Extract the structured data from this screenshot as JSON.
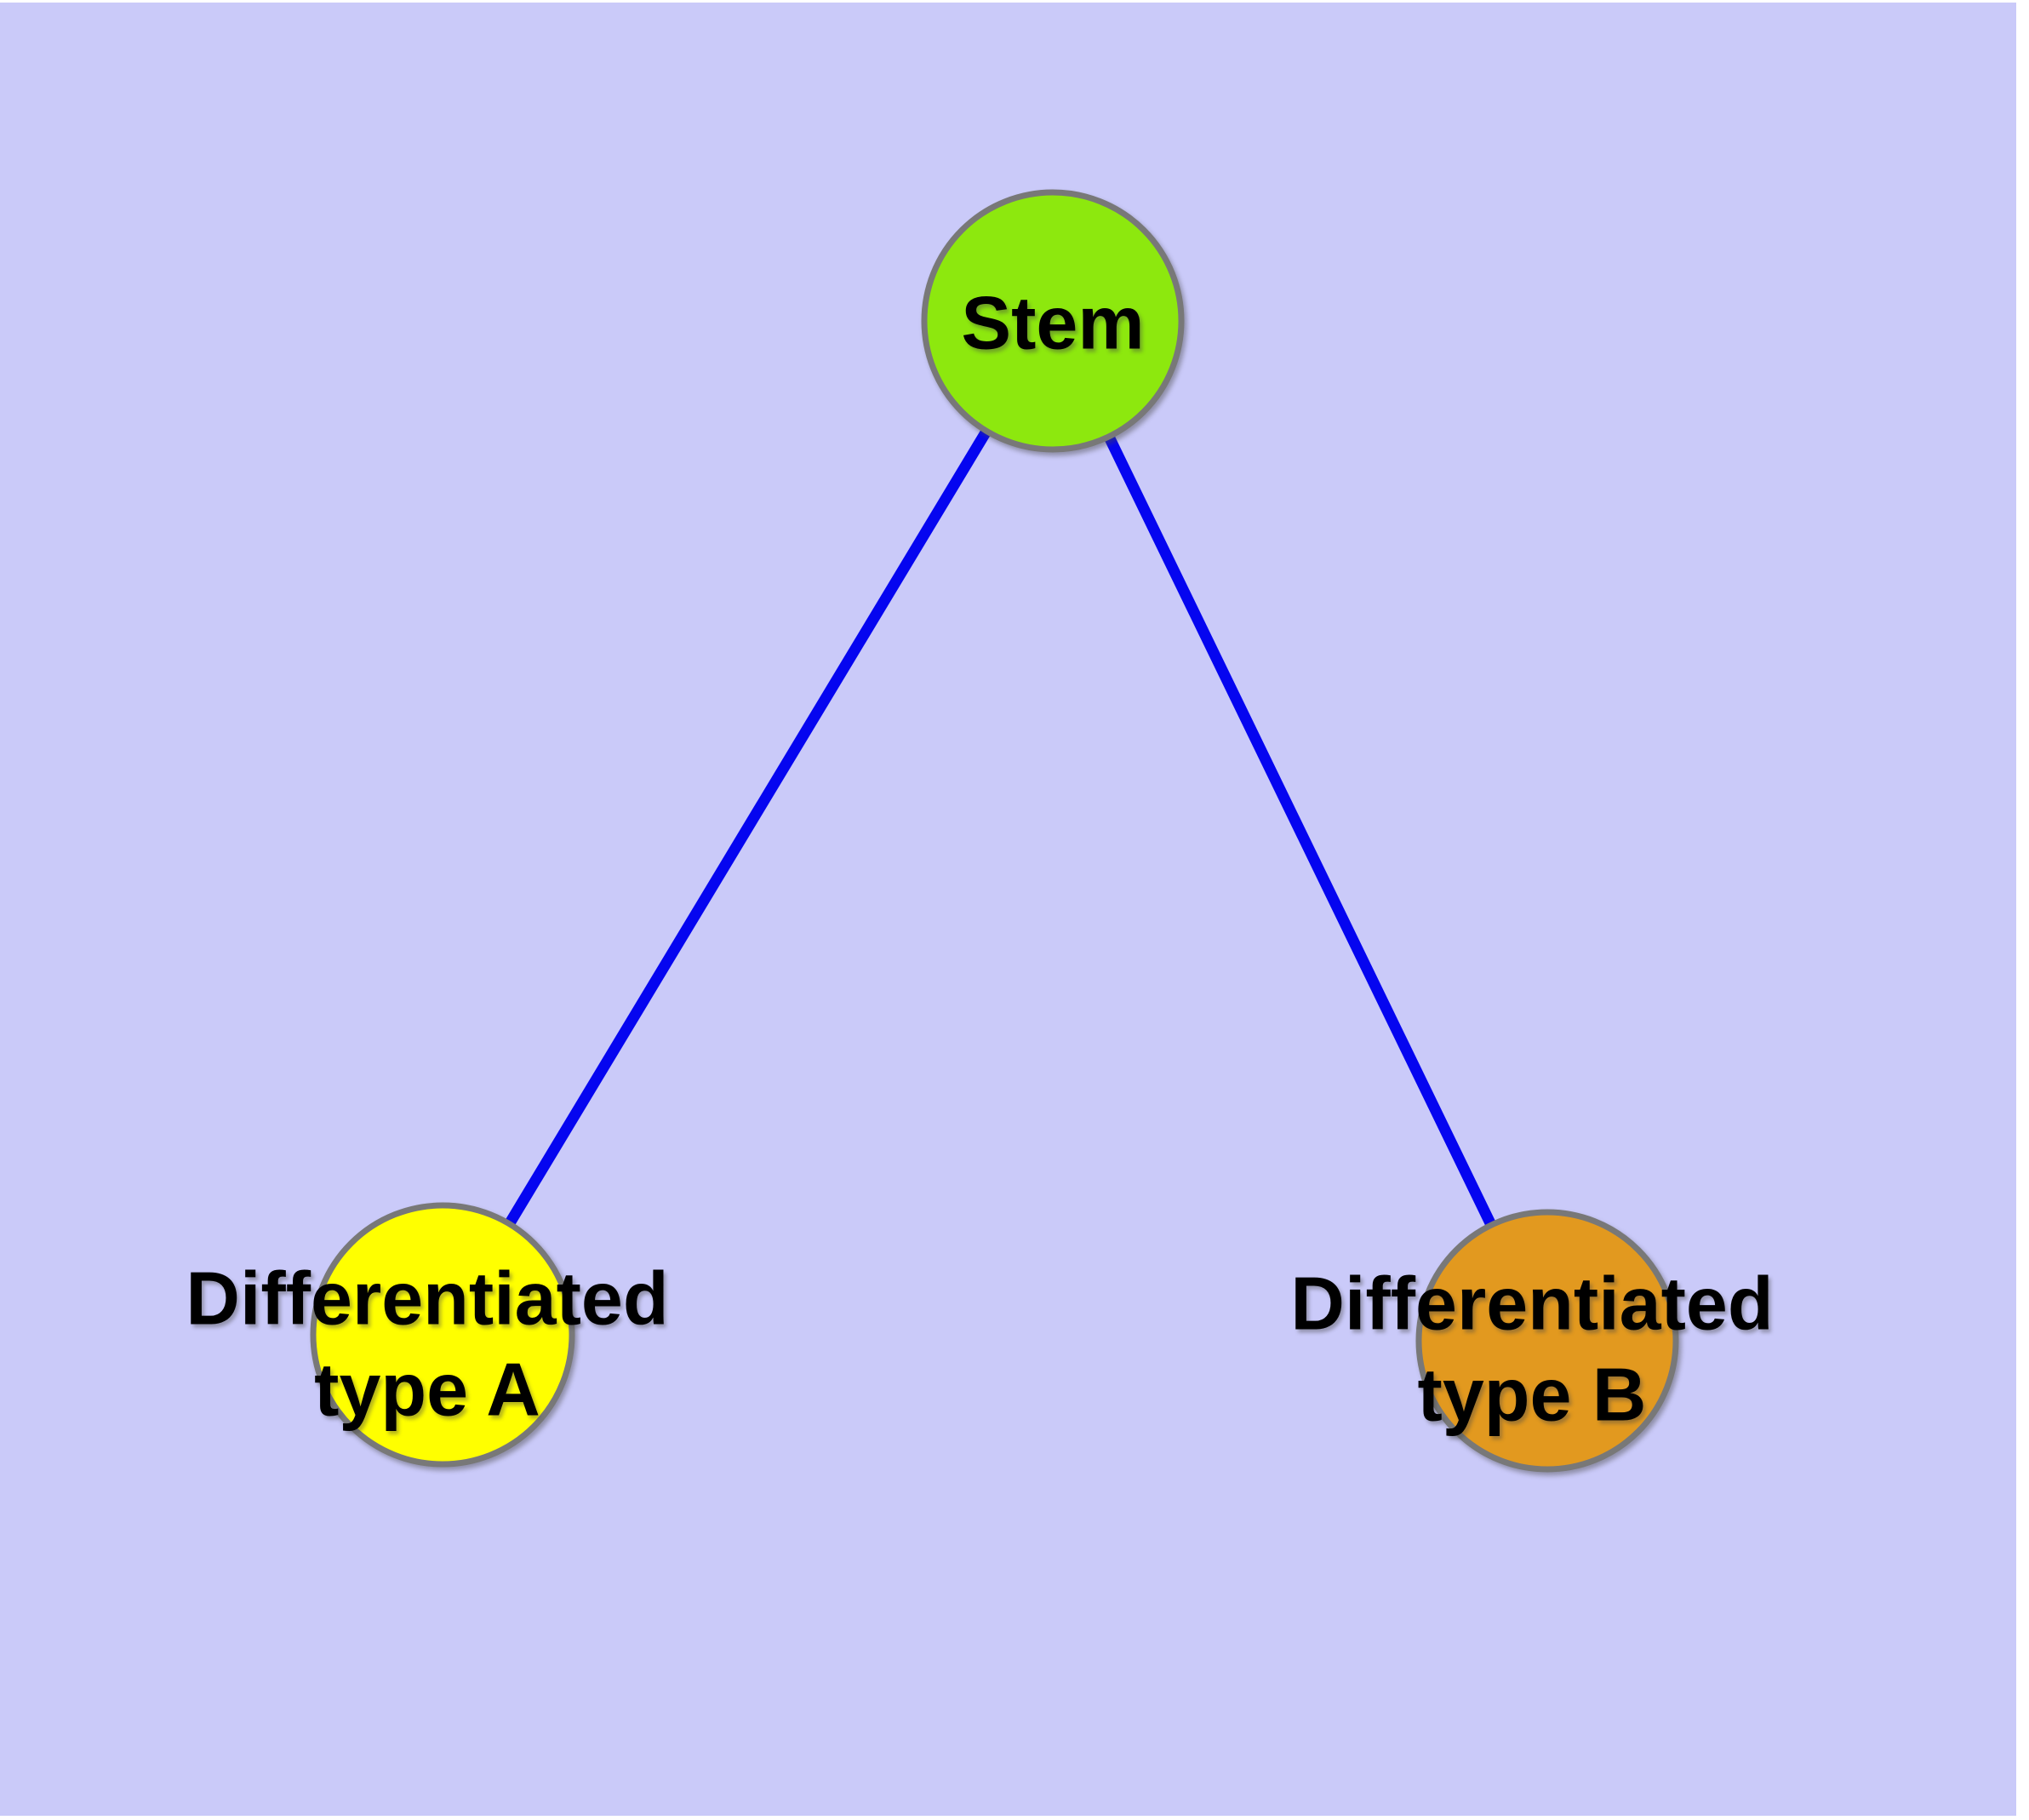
{
  "diagram": {
    "type": "graph",
    "nodes": [
      {
        "id": "stem",
        "label": "Stem",
        "fill": "#8DE80E"
      },
      {
        "id": "type-a",
        "label": "Differentiated\ntype A",
        "fill": "#FFFF00"
      },
      {
        "id": "type-b",
        "label": "Differentiated\ntype B",
        "fill": "#E2991F"
      }
    ],
    "edges": [
      {
        "from": "stem",
        "to": "type-a"
      },
      {
        "from": "stem",
        "to": "type-b"
      }
    ],
    "colors": {
      "page_frame": "#FFFFFF",
      "background": "#CACAF9",
      "edge": "#0505F0",
      "node_border": "#787878",
      "label_text": "#000000"
    }
  }
}
